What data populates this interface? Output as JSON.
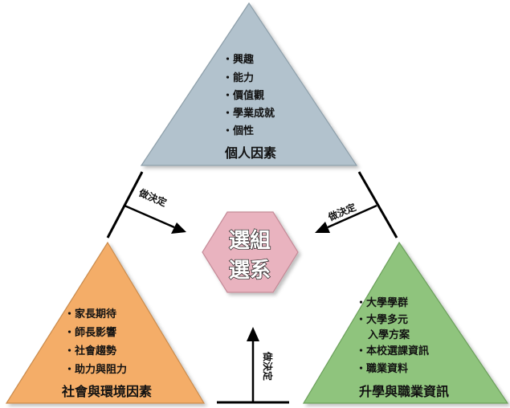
{
  "top": {
    "title": "個人因素",
    "items": [
      "・興趣",
      "・能力",
      "・價值觀",
      "・學業成就",
      "・個性"
    ],
    "color": "#b2c2cd"
  },
  "left": {
    "title": "社會與環境因素",
    "items": [
      "・家長期待",
      "・師長影響",
      "・社會趨勢",
      "・助力與阻力"
    ],
    "color": "#f4ad68"
  },
  "right": {
    "title": "升學與職業資訊",
    "items": [
      "・大學學群",
      "・大學多元",
      "入學方案",
      "・本校選課資訊",
      "・職業資料"
    ],
    "color": "#8fc47d"
  },
  "center": {
    "line1": "選組",
    "line2": "選系",
    "color": "#e9b3bf"
  },
  "arrows": {
    "left_label": "做決定",
    "right_label": "做決定",
    "bottom_label": "做決定"
  }
}
